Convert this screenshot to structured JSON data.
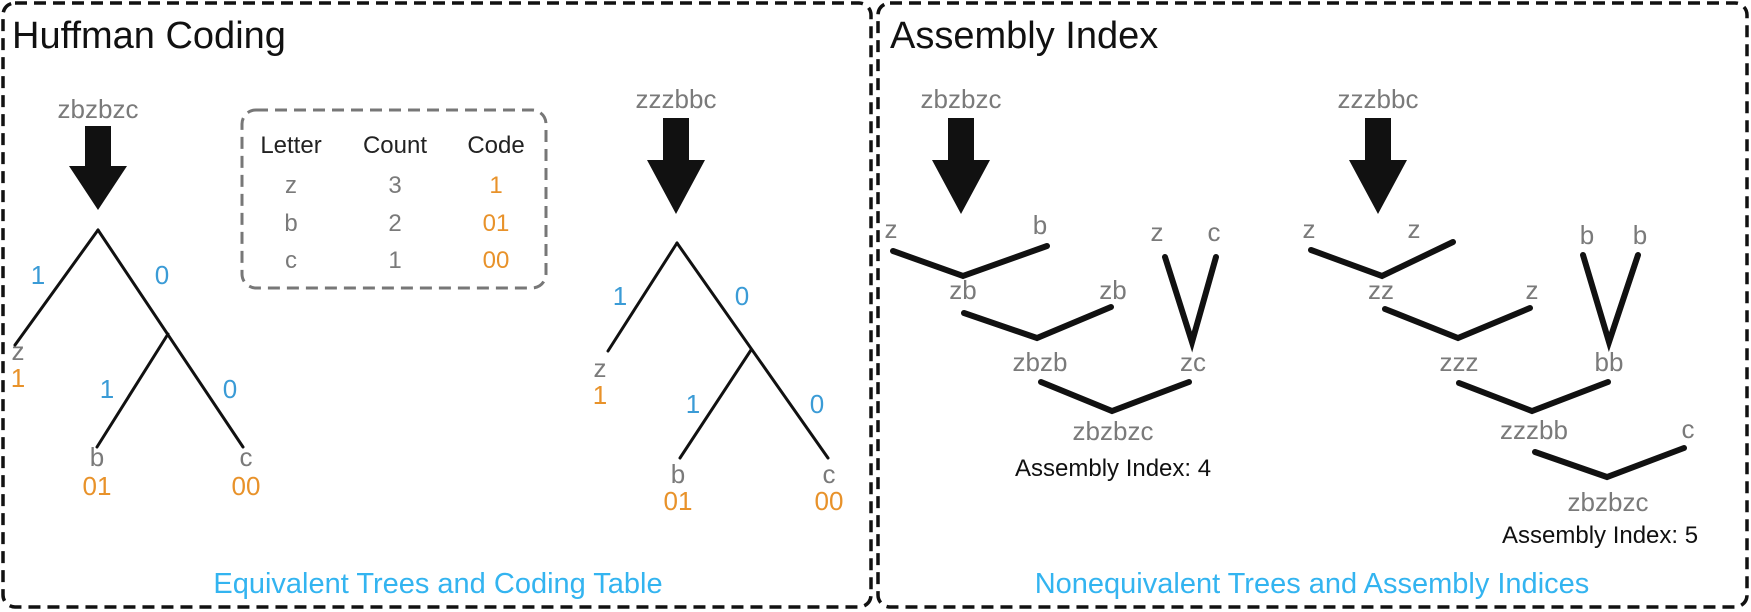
{
  "panels": {
    "left": {
      "title": "Huffman Coding",
      "caption": "Equivalent Trees and Coding Table"
    },
    "right": {
      "title": "Assembly Index",
      "caption": "Nonequivalent Trees and Assembly Indices"
    }
  },
  "huffman": {
    "tree1": {
      "string": "zbzbzc",
      "edges": [
        "1",
        "0",
        "1",
        "0"
      ],
      "leaves": [
        {
          "letter": "z",
          "code": "1"
        },
        {
          "letter": "b",
          "code": "01"
        },
        {
          "letter": "c",
          "code": "00"
        }
      ]
    },
    "tree2": {
      "string": "zzzbbc",
      "edges": [
        "1",
        "0",
        "1",
        "0"
      ],
      "leaves": [
        {
          "letter": "z",
          "code": "1"
        },
        {
          "letter": "b",
          "code": "01"
        },
        {
          "letter": "c",
          "code": "00"
        }
      ]
    },
    "table": {
      "headers": [
        "Letter",
        "Count",
        "Code"
      ],
      "rows": [
        {
          "letter": "z",
          "count": "3",
          "code": "1"
        },
        {
          "letter": "b",
          "count": "2",
          "code": "01"
        },
        {
          "letter": "c",
          "count": "1",
          "code": "00"
        }
      ]
    }
  },
  "assembly": {
    "tree1": {
      "string": "zbzbzc",
      "nodes": {
        "z": "z",
        "b": "b",
        "z2": "z",
        "c": "c",
        "zb": "zb",
        "zb2": "zb",
        "zc": "zc",
        "zbzb": "zbzb",
        "result": "zbzbzc"
      },
      "index_label": "Assembly Index: 4"
    },
    "tree2": {
      "string": "zzzbbc",
      "nodes": {
        "z": "z",
        "z2": "z",
        "b": "b",
        "b2": "b",
        "zz": "zz",
        "z3": "z",
        "bb": "bb",
        "zzz": "zzz",
        "zzzbb": "zzzbb",
        "c": "c",
        "result": "zbzbzc"
      },
      "index_label": "Assembly Index: 5"
    }
  },
  "colors": {
    "bit": "#3a9bd6",
    "code": "#e8922a",
    "caption": "#33b4f0",
    "string": "#7a7a7a"
  }
}
